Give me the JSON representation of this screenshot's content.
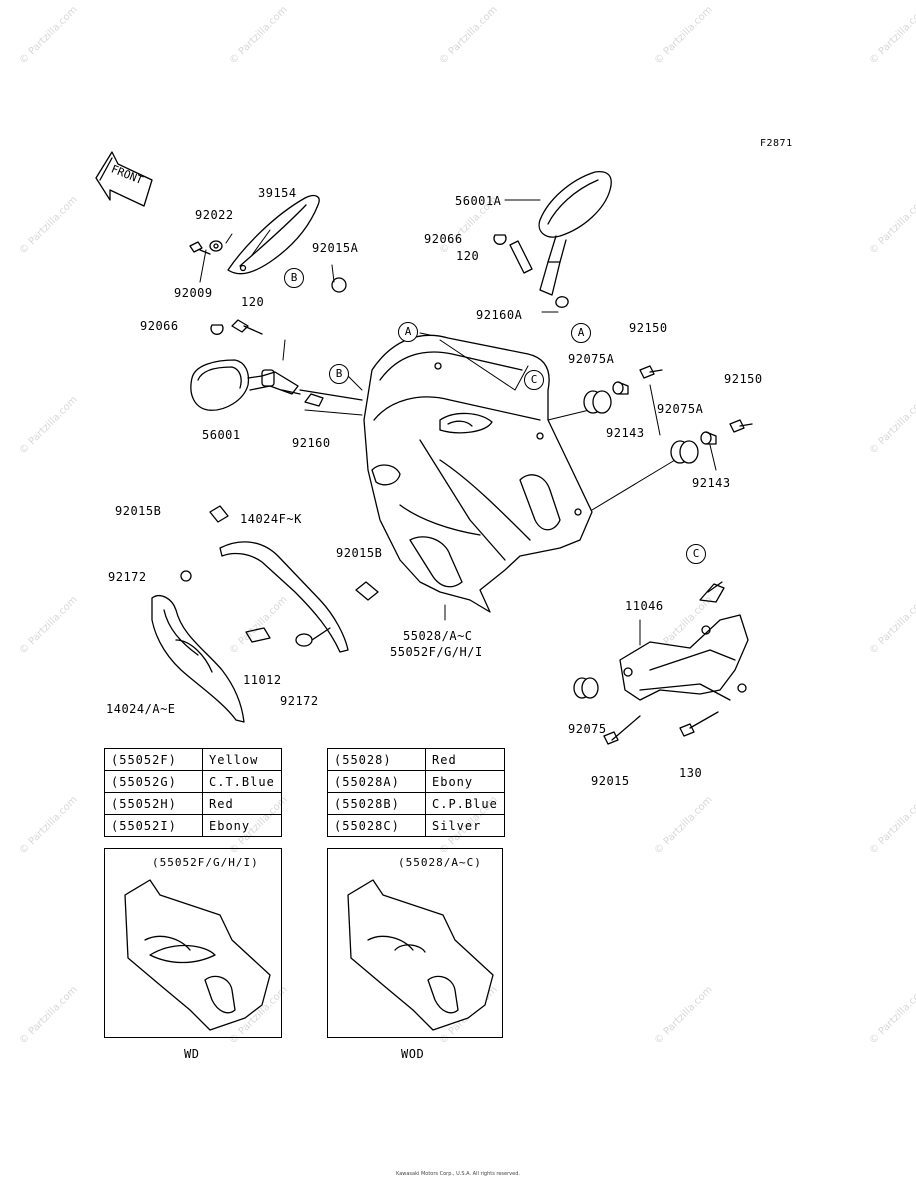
{
  "figure_code": "F2871",
  "front_label": "FRONT",
  "watermark": "© Partzilla.com",
  "parts": [
    {
      "id": "39154",
      "label": "39154"
    },
    {
      "id": "92022",
      "label": "92022"
    },
    {
      "id": "92009",
      "label": "92009"
    },
    {
      "id": "92015A-left",
      "label": "92015A"
    },
    {
      "id": "92066-left",
      "label": "92066"
    },
    {
      "id": "120-left",
      "label": "120"
    },
    {
      "id": "56001",
      "label": "56001"
    },
    {
      "id": "92160",
      "label": "92160"
    },
    {
      "id": "56001A",
      "label": "56001A"
    },
    {
      "id": "92066-right",
      "label": "92066"
    },
    {
      "id": "120-right",
      "label": "120"
    },
    {
      "id": "92160A",
      "label": "92160A"
    },
    {
      "id": "92150-a",
      "label": "92150"
    },
    {
      "id": "92075A-a",
      "label": "92075A"
    },
    {
      "id": "92143-a",
      "label": "92143"
    },
    {
      "id": "92150-b",
      "label": "92150"
    },
    {
      "id": "92075A-b",
      "label": "92075A"
    },
    {
      "id": "92143-b",
      "label": "92143"
    },
    {
      "id": "92015B-a",
      "label": "92015B"
    },
    {
      "id": "14024F-K",
      "label": "14024F~K"
    },
    {
      "id": "92172-a",
      "label": "92172"
    },
    {
      "id": "92015B-b",
      "label": "92015B"
    },
    {
      "id": "55028",
      "label": "55028/A~C"
    },
    {
      "id": "55052",
      "label": "55052F/G/H/I"
    },
    {
      "id": "11012",
      "label": "11012"
    },
    {
      "id": "92172-b",
      "label": "92172"
    },
    {
      "id": "14024",
      "label": "14024/A~E"
    },
    {
      "id": "11046",
      "label": "11046"
    },
    {
      "id": "92075",
      "label": "92075"
    },
    {
      "id": "92015",
      "label": "92015"
    },
    {
      "id": "130",
      "label": "130"
    }
  ],
  "callouts": {
    "A": "A",
    "B": "B",
    "C": "C"
  },
  "color_tables": {
    "left": [
      {
        "code": "(55052F)",
        "color": "Yellow"
      },
      {
        "code": "(55052G)",
        "color": "C.T.Blue"
      },
      {
        "code": "(55052H)",
        "color": "Red"
      },
      {
        "code": "(55052I)",
        "color": "Ebony"
      }
    ],
    "right": [
      {
        "code": "(55028)",
        "color": "Red"
      },
      {
        "code": "(55028A)",
        "color": "Ebony"
      },
      {
        "code": "(55028B)",
        "color": "C.P.Blue"
      },
      {
        "code": "(55028C)",
        "color": "Silver"
      }
    ]
  },
  "insets": {
    "left": {
      "header": "(55052F/G/H/I)",
      "caption": "WD"
    },
    "right": {
      "header": "(55028/A~C)",
      "caption": "WOD"
    }
  },
  "copyright": "Kawasaki Motors Corp., U.S.A. All rights reserved."
}
